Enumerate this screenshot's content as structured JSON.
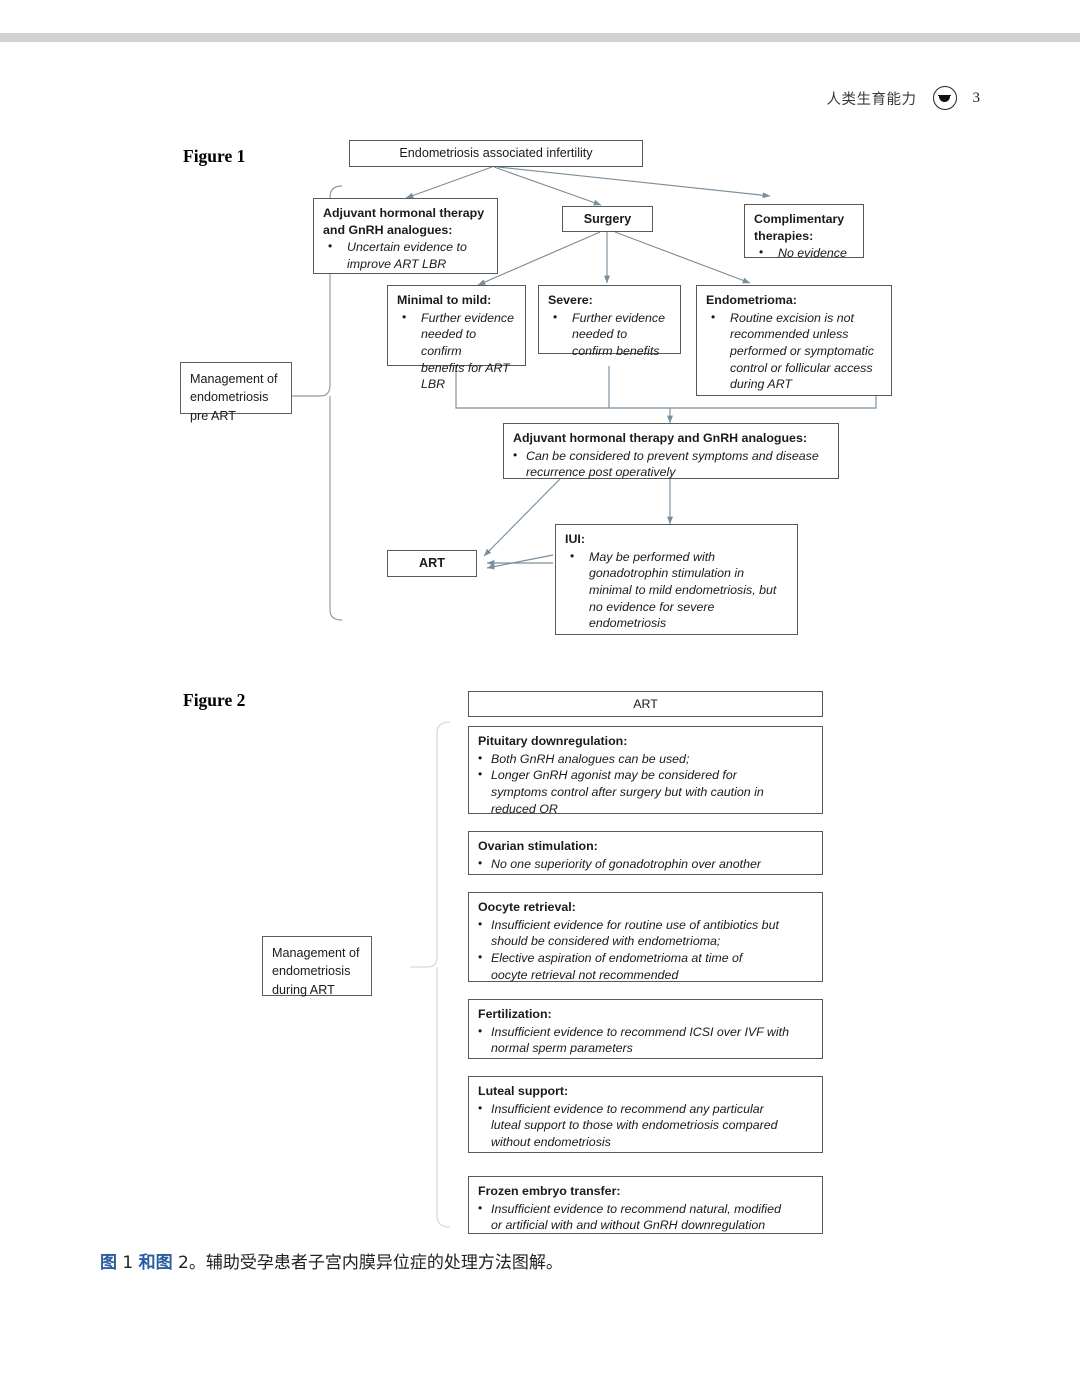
{
  "header": {
    "journal_title": "人类生育能力",
    "logo_icon": "journal-emblem-icon",
    "page_number": "3"
  },
  "figure1": {
    "label": "Figure 1",
    "side_label": "Management of\nendometriosis\npre ART",
    "root": "Endometriosis associated infertility",
    "adjuvant_pre": {
      "title": "Adjuvant hormonal therapy\nand GnRH analogues:",
      "bullets": [
        "Uncertain evidence to\nimprove ART LBR"
      ]
    },
    "surgery": "Surgery",
    "complimentary": {
      "title": "Complimentary\ntherapies:",
      "bullets": [
        "No evidence"
      ]
    },
    "minimal": {
      "title": "Minimal to mild:",
      "bullets": [
        "Further evidence\nneeded to confirm\nbenefits for ART\nLBR"
      ]
    },
    "severe": {
      "title": "Severe:",
      "bullets": [
        "Further evidence\nneeded to\nconfirm benefits"
      ]
    },
    "endometrioma": {
      "title": "Endometrioma:",
      "bullets": [
        "Routine excision is not\nrecommended unless\nperformed or symptomatic\ncontrol or follicular access\nduring ART"
      ]
    },
    "adjuvant_post": {
      "title": "Adjuvant hormonal therapy and GnRH analogues:",
      "bullets": [
        "Can be considered to prevent symptoms and disease\nrecurrence post operatively"
      ]
    },
    "iui": {
      "title": "IUI:",
      "bullets": [
        "May be performed with\ngonadotrophin stimulation in\nminimal to mild endometriosis, but\nno evidence for severe\nendometriosis"
      ]
    },
    "art": "ART"
  },
  "figure2": {
    "label": "Figure 2",
    "side_label": "Management of\nendometriosis\nduring ART",
    "root": "ART",
    "steps": [
      {
        "title": "Pituitary downregulation:",
        "bullets": [
          "Both GnRH analogues can be used;",
          "Longer GnRH agonist may be considered for\nsymptoms control after surgery but with caution in\nreduced OR"
        ]
      },
      {
        "title": "Ovarian stimulation:",
        "bullets": [
          "No one superiority of gonadotrophin over another"
        ]
      },
      {
        "title": "Oocyte retrieval:",
        "bullets": [
          "Insufficient evidence for routine use of antibiotics but\nshould be considered with endometrioma;",
          "Elective aspiration of endometrioma at time of\noocyte retrieval not recommended"
        ]
      },
      {
        "title": "Fertilization:",
        "bullets": [
          "Insufficient evidence to recommend ICSI over IVF with\nnormal sperm parameters"
        ]
      },
      {
        "title": "Luteal support:",
        "bullets": [
          "Insufficient evidence to recommend any particular\nluteal support to those with endometriosis compared\nwithout endometriosis"
        ]
      },
      {
        "title": "Frozen embryo transfer:",
        "bullets": [
          "Insufficient evidence to recommend natural, modified\nor artificial with and without GnRH downregulation"
        ]
      }
    ]
  },
  "caption": {
    "link1": "图",
    "num1": " 1 ",
    "link2": "和图",
    "num2": " 2",
    "rest": "。辅助受孕患者子宫内膜异位症的处理方法图解。"
  },
  "colors": {
    "link": "#2b5c9e",
    "box_border": "#595959",
    "connector": "#7a8f9c",
    "band": "#d2d2d2"
  }
}
